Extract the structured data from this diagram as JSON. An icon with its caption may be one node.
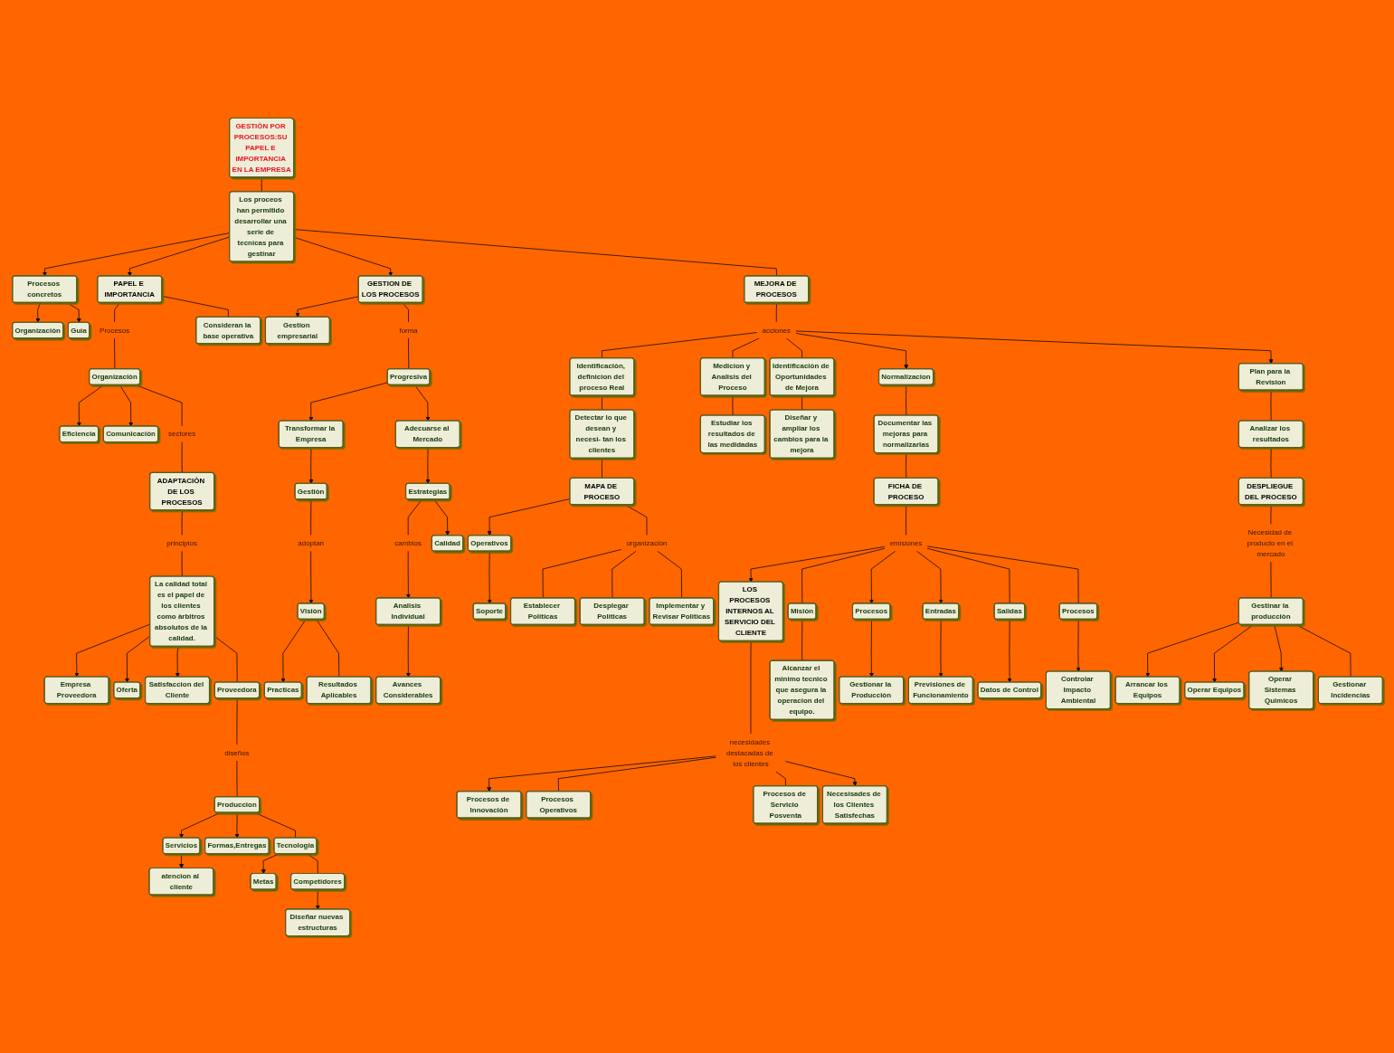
{
  "diagram": {
    "nodes": [
      {
        "text": [
          "GESTIÒN POR PROCESOS:SU PAPEL E IMPORTANCIA EN LA EMPRESA"
        ]
      },
      {
        "text": [
          "Los proceos han permitido desarrollar una serie de tecnicas para gestinar"
        ]
      },
      {
        "text": [
          "Procesos concretos"
        ]
      },
      {
        "text": [
          "Organizaciòn"
        ]
      },
      {
        "text": [
          "Guìa"
        ]
      },
      {
        "text": [
          "PAPEL E IMPORTANCIA"
        ]
      },
      {
        "text": [
          "Procesos"
        ]
      },
      {
        "text": [
          "Consideran la base operativa"
        ]
      },
      {
        "text": [
          "Organizaciòn"
        ]
      },
      {
        "text": [
          "Eficiencia"
        ]
      },
      {
        "text": [
          "Comunicaciòn"
        ]
      },
      {
        "text": [
          "sectores"
        ]
      },
      {
        "text": [
          "ADAPTACIÒN DE LOS PROCESOS"
        ]
      },
      {
        "text": [
          "principios"
        ]
      },
      {
        "text": [
          "La calidad total es el papel de los clientes como àrbitros absolutos de la calidad."
        ]
      },
      {
        "text": [
          "Empresa Proveedora"
        ]
      },
      {
        "text": [
          "Oferta"
        ]
      },
      {
        "text": [
          "Satisfaccion del Cliente"
        ]
      },
      {
        "text": [
          "Proveedora"
        ]
      },
      {
        "text": [
          "diseños"
        ]
      },
      {
        "text": [
          "Produccion"
        ]
      },
      {
        "text": [
          "Servicios"
        ]
      },
      {
        "text": [
          "atencion al cliente"
        ]
      },
      {
        "text": [
          "Formas,Entregas"
        ]
      },
      {
        "text": [
          "Tecnologia"
        ]
      },
      {
        "text": [
          "Metas"
        ]
      },
      {
        "text": [
          "Competidores"
        ]
      },
      {
        "text": [
          "Diseñar nuevas estructuras"
        ]
      },
      {
        "text": [
          "GESTION DE LOS PROCESOS"
        ]
      },
      {
        "text": [
          "Gestion empresarial"
        ]
      },
      {
        "text": [
          "forma"
        ]
      },
      {
        "text": [
          "Progresiva"
        ]
      },
      {
        "text": [
          "Transformar la Empresa"
        ]
      },
      {
        "text": [
          "Gestiòn"
        ]
      },
      {
        "text": [
          "adoptan"
        ]
      },
      {
        "text": [
          "Visiòn"
        ]
      },
      {
        "text": [
          "Practicas"
        ]
      },
      {
        "text": [
          "Resultados Aplicables"
        ]
      },
      {
        "text": [
          "Adecuarse al Mercado"
        ]
      },
      {
        "text": [
          "Estrategias"
        ]
      },
      {
        "text": [
          "cambios"
        ]
      },
      {
        "text": [
          "Analisis Individual"
        ]
      },
      {
        "text": [
          "Avances Considerables"
        ]
      },
      {
        "text": [
          "Calidad"
        ]
      },
      {
        "text": [
          "MEJORA DE PROCESOS"
        ]
      },
      {
        "text": [
          "acciones"
        ]
      },
      {
        "text": [
          "Identificaciòn, definicion del proceso Real"
        ]
      },
      {
        "text": [
          "Detectar lo que desean y necesi- tan los clientes"
        ]
      },
      {
        "text": [
          "MAPA DE PROCESO"
        ]
      },
      {
        "text": [
          "Operativos"
        ]
      },
      {
        "text": [
          "Soporte"
        ]
      },
      {
        "text": [
          "organizaciòn"
        ]
      },
      {
        "text": [
          "Establecer Politicas"
        ]
      },
      {
        "text": [
          "Desplegar Politicas"
        ]
      },
      {
        "text": [
          "Implementar y Revisar Politicas"
        ]
      },
      {
        "text": [
          "Medicion y Analisis del Proceso"
        ]
      },
      {
        "text": [
          "Estudiar los resultados de las medidadas"
        ]
      },
      {
        "text": [
          "Identificaciòn de Oportunidades de Mejora"
        ]
      },
      {
        "text": [
          "Diseñar y ampliar los cambios para la mejora"
        ]
      },
      {
        "text": [
          "Normalizacion"
        ]
      },
      {
        "text": [
          "Documentar las mejoras para normalizarlas"
        ]
      },
      {
        "text": [
          "FICHA DE PROCESO"
        ]
      },
      {
        "text": [
          "emisiones"
        ]
      },
      {
        "text": [
          "LOS PROCESOS INTERNOS AL SERVICIO DEL CLIENTE"
        ]
      },
      {
        "text": [
          "necesidades destacadas de los clientes"
        ]
      },
      {
        "text": [
          "Procesos de Innovaciòn"
        ]
      },
      {
        "text": [
          "Procesos Operativos"
        ]
      },
      {
        "text": [
          "Procesos de Servicio Posventa"
        ]
      },
      {
        "text": [
          "Necesisades de los Clientes Satisfechas"
        ]
      },
      {
        "text": [
          "Misiòn"
        ]
      },
      {
        "text": [
          "Alcanzar el minimo tecnico que asegura la operacion del equipo."
        ]
      },
      {
        "text": [
          "Procesos"
        ]
      },
      {
        "text": [
          "Gestionar la Producciòn"
        ]
      },
      {
        "text": [
          "Entradas"
        ]
      },
      {
        "text": [
          "Previsiones de Funcionamiento"
        ]
      },
      {
        "text": [
          "Salidas"
        ]
      },
      {
        "text": [
          "Datos de Control"
        ]
      },
      {
        "text": [
          "Procesos"
        ]
      },
      {
        "text": [
          "Controlar Impacto Ambiental"
        ]
      },
      {
        "text": [
          "Plan para la Revision"
        ]
      },
      {
        "text": [
          "Analizar los resultados"
        ]
      },
      {
        "text": [
          "DESPLIEGUE DEL PROCESO"
        ]
      },
      {
        "text": [
          "Necesidad de producto en el mercado"
        ]
      },
      {
        "text": [
          "Gestinar la producciòn"
        ]
      },
      {
        "text": [
          "Arrancar los Equipos"
        ]
      },
      {
        "text": [
          "Operar Equipos"
        ]
      },
      {
        "text": [
          "Operar Sistemas Quimicos"
        ]
      },
      {
        "text": [
          "Gestionar Incidencias"
        ]
      }
    ],
    "edges": [
      {
        "from": 0,
        "to": 1,
        "arrow": "none"
      },
      {
        "from": 1,
        "to": 2,
        "arrow": "to"
      },
      {
        "from": 2,
        "to": 3,
        "arrow": "to"
      },
      {
        "from": 2,
        "to": 4,
        "arrow": "to"
      },
      {
        "from": 1,
        "to": 5,
        "arrow": "to"
      },
      {
        "from": 1,
        "to": 28,
        "arrow": "to"
      },
      {
        "from": 1,
        "to": 44,
        "arrow": "none"
      },
      {
        "from": 5,
        "to": 6,
        "arrow": "none"
      },
      {
        "from": 5,
        "to": 7,
        "arrow": "none"
      },
      {
        "from": 6,
        "to": 8,
        "arrow": "none"
      },
      {
        "from": 8,
        "to": 9,
        "arrow": "to"
      },
      {
        "from": 8,
        "to": 10,
        "arrow": "to"
      },
      {
        "from": 8,
        "to": 11,
        "arrow": "none"
      },
      {
        "from": 11,
        "to": 12,
        "arrow": "none"
      },
      {
        "from": 12,
        "to": 13,
        "arrow": "none"
      },
      {
        "from": 13,
        "to": 14,
        "arrow": "none"
      },
      {
        "from": 14,
        "to": 15,
        "arrow": "to"
      },
      {
        "from": 14,
        "to": 16,
        "arrow": "to"
      },
      {
        "from": 14,
        "to": 17,
        "arrow": "to"
      },
      {
        "from": 14,
        "to": 18,
        "arrow": "none"
      },
      {
        "from": 18,
        "to": 19,
        "arrow": "none"
      },
      {
        "from": 19,
        "to": 20,
        "arrow": "none"
      },
      {
        "from": 20,
        "to": 21,
        "arrow": "to"
      },
      {
        "from": 21,
        "to": 22,
        "arrow": "to"
      },
      {
        "from": 20,
        "to": 23,
        "arrow": "to"
      },
      {
        "from": 20,
        "to": 24,
        "arrow": "none"
      },
      {
        "from": 24,
        "to": 25,
        "arrow": "to"
      },
      {
        "from": 24,
        "to": 26,
        "arrow": "none"
      },
      {
        "from": 26,
        "to": 27,
        "arrow": "to"
      },
      {
        "from": 28,
        "to": 29,
        "arrow": "to"
      },
      {
        "from": 28,
        "to": 30,
        "arrow": "none"
      },
      {
        "from": 30,
        "to": 31,
        "arrow": "none"
      },
      {
        "from": 31,
        "to": 32,
        "arrow": "to"
      },
      {
        "from": 31,
        "to": 38,
        "arrow": "to"
      },
      {
        "from": 32,
        "to": 33,
        "arrow": "to"
      },
      {
        "from": 33,
        "to": 34,
        "arrow": "none"
      },
      {
        "from": 34,
        "to": 35,
        "arrow": "to"
      },
      {
        "from": 35,
        "to": 36,
        "arrow": "to"
      },
      {
        "from": 35,
        "to": 37,
        "arrow": "none"
      },
      {
        "from": 38,
        "to": 39,
        "arrow": "to"
      },
      {
        "from": 39,
        "to": 40,
        "arrow": "none"
      },
      {
        "from": 40,
        "to": 41,
        "arrow": "to"
      },
      {
        "from": 41,
        "to": 42,
        "arrow": "to"
      },
      {
        "from": 39,
        "to": 43,
        "arrow": "to"
      },
      {
        "from": 44,
        "to": 45,
        "arrow": "none"
      },
      {
        "from": 45,
        "to": 46,
        "arrow": "none"
      },
      {
        "from": 45,
        "to": 55,
        "arrow": "none"
      },
      {
        "from": 45,
        "to": 57,
        "arrow": "none"
      },
      {
        "from": 45,
        "to": 59,
        "arrow": "to"
      },
      {
        "from": 45,
        "to": 79,
        "arrow": "to"
      },
      {
        "from": 46,
        "to": 47,
        "arrow": "none"
      },
      {
        "from": 47,
        "to": 48,
        "arrow": "none"
      },
      {
        "from": 48,
        "to": 49,
        "arrow": "to"
      },
      {
        "from": 49,
        "to": 50,
        "arrow": "to"
      },
      {
        "from": 48,
        "to": 51,
        "arrow": "none"
      },
      {
        "from": 51,
        "to": 52,
        "arrow": "none"
      },
      {
        "from": 51,
        "to": 53,
        "arrow": "none"
      },
      {
        "from": 51,
        "to": 54,
        "arrow": "none"
      },
      {
        "from": 55,
        "to": 56,
        "arrow": "none"
      },
      {
        "from": 57,
        "to": 58,
        "arrow": "none"
      },
      {
        "from": 59,
        "to": 60,
        "arrow": "none"
      },
      {
        "from": 60,
        "to": 61,
        "arrow": "none"
      },
      {
        "from": 61,
        "to": 62,
        "arrow": "none"
      },
      {
        "from": 62,
        "to": 63,
        "arrow": "to"
      },
      {
        "from": 62,
        "to": 69,
        "arrow": "none"
      },
      {
        "from": 62,
        "to": 71,
        "arrow": "to"
      },
      {
        "from": 62,
        "to": 73,
        "arrow": "to"
      },
      {
        "from": 62,
        "to": 75,
        "arrow": "none"
      },
      {
        "from": 62,
        "to": 77,
        "arrow": "none"
      },
      {
        "from": 63,
        "to": 64,
        "arrow": "none"
      },
      {
        "from": 64,
        "to": 65,
        "arrow": "to"
      },
      {
        "from": 64,
        "to": 66,
        "arrow": "none"
      },
      {
        "from": 64,
        "to": 67,
        "arrow": "none"
      },
      {
        "from": 64,
        "to": 68,
        "arrow": "to"
      },
      {
        "from": 69,
        "to": 70,
        "arrow": "none"
      },
      {
        "from": 71,
        "to": 72,
        "arrow": "to"
      },
      {
        "from": 73,
        "to": 74,
        "arrow": "to"
      },
      {
        "from": 75,
        "to": 76,
        "arrow": "to"
      },
      {
        "from": 77,
        "to": 78,
        "arrow": "to"
      },
      {
        "from": 79,
        "to": 80,
        "arrow": "none"
      },
      {
        "from": 80,
        "to": 81,
        "arrow": "none"
      },
      {
        "from": 81,
        "to": 82,
        "arrow": "none"
      },
      {
        "from": 82,
        "to": 83,
        "arrow": "none"
      },
      {
        "from": 83,
        "to": 84,
        "arrow": "to"
      },
      {
        "from": 83,
        "to": 85,
        "arrow": "to"
      },
      {
        "from": 83,
        "to": 86,
        "arrow": "to"
      },
      {
        "from": 83,
        "to": 87,
        "arrow": "none"
      }
    ]
  }
}
